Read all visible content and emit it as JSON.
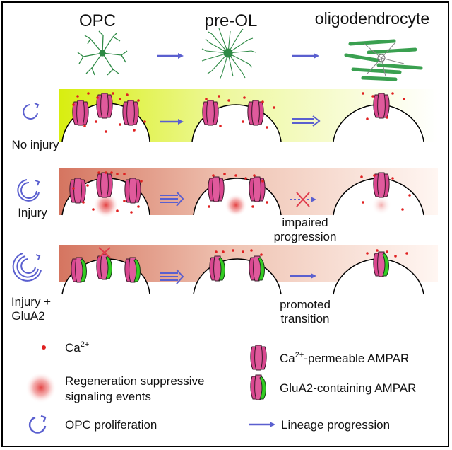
{
  "stages": {
    "opc": "OPC",
    "preol": "pre-OL",
    "oligo": "oligodendrocyte"
  },
  "rows": {
    "no_injury": {
      "label": "No injury"
    },
    "injury": {
      "label": "Injury",
      "note_line1": "impaired",
      "note_line2": "progression"
    },
    "injury_glua2": {
      "label_line1": "Injury +",
      "label_line2": "GluA2",
      "note_line1": "promoted",
      "note_line2": "transition"
    }
  },
  "legend": {
    "ca_prefix": "Ca",
    "ca_sup": "2+",
    "regen_line1": "Regeneration suppressive",
    "regen_line2": "signaling events",
    "proliferation": "OPC proliferation",
    "ampar_ca_prefix": "Ca",
    "ampar_ca_sup": "2+",
    "ampar_ca_suffix": "-permeable AMPAR",
    "ampar_glua2": "GluA2-containing AMPAR",
    "lineage": "Lineage progression"
  },
  "colors": {
    "arrow": "#5a5fcf",
    "calcium": "#e02020",
    "receptor": "#d9468f",
    "glua2": "#33cc22",
    "cell_green": "#3a9a50",
    "band_no_injury": "#d9ef1a",
    "band_injury": "#d87a62"
  },
  "icons": {
    "opc": "opc-cell-icon",
    "preol": "pre-ol-cell-icon",
    "oligo": "oligodendrocyte-cell-icon"
  }
}
